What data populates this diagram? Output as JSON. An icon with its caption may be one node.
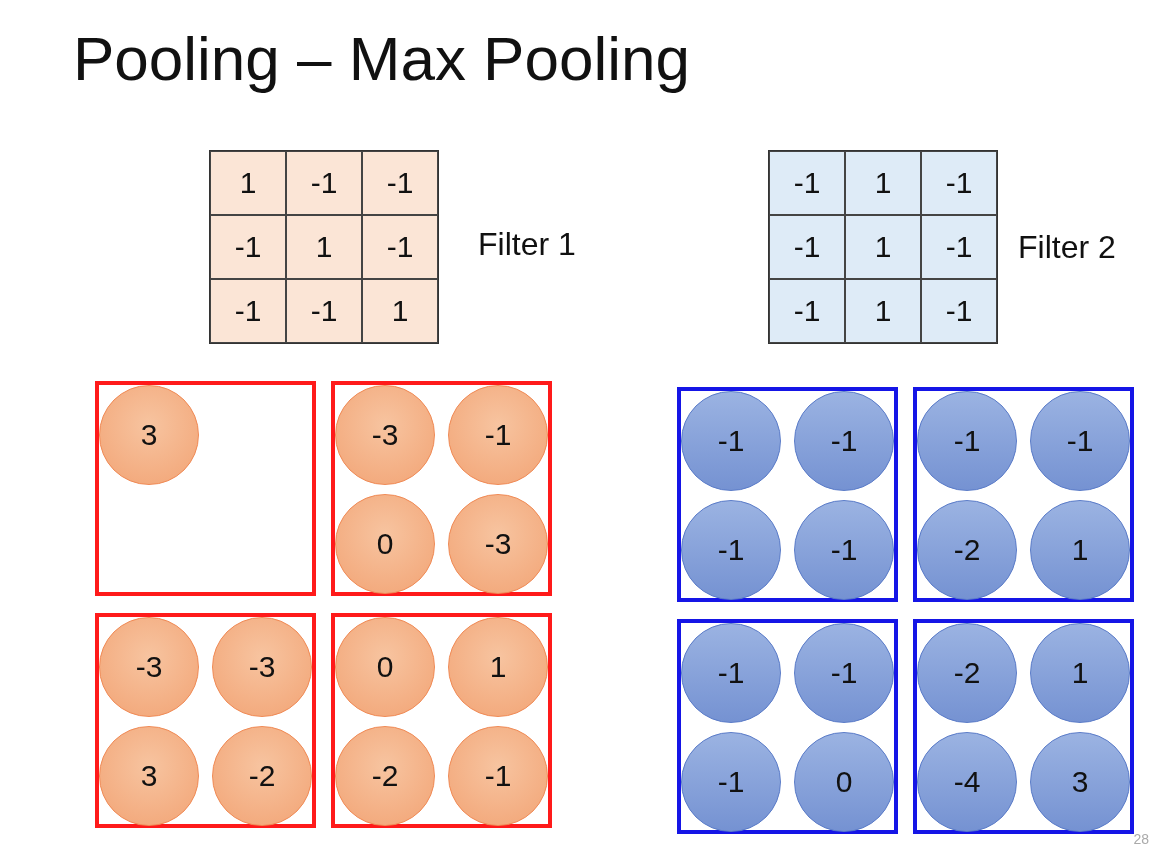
{
  "diagram": {
    "title": "Pooling – Max Pooling",
    "nodes": [
      {
        "text": [],
        "shape": "box"
      },
      {
        "text": [
          "3"
        ],
        "in": 0
      },
      {
        "text": [],
        "shape": "box"
      },
      {
        "text": [
          "-3"
        ],
        "in": 2
      },
      {
        "text": [
          "-1"
        ],
        "in": 2
      },
      {
        "text": [
          "0"
        ],
        "in": 2
      },
      {
        "text": [
          "-3"
        ],
        "in": 2
      },
      {
        "text": [],
        "shape": "box"
      },
      {
        "text": [
          "-1"
        ],
        "in": 7
      },
      {
        "text": [
          "-1"
        ],
        "in": 7
      },
      {
        "text": [
          "-1"
        ],
        "in": 7
      },
      {
        "text": [
          "-1"
        ],
        "in": 7
      },
      {
        "text": [],
        "shape": "box"
      },
      {
        "text": [
          "-1"
        ],
        "in": 12
      },
      {
        "text": [
          "-1"
        ],
        "in": 12
      },
      {
        "text": [
          "-2"
        ],
        "in": 12
      },
      {
        "text": [
          "1"
        ],
        "in": 12
      },
      {
        "text": [],
        "shape": "box"
      },
      {
        "text": [
          "-3"
        ],
        "in": 17
      },
      {
        "text": [
          "-3"
        ],
        "in": 17
      },
      {
        "text": [
          "3"
        ],
        "in": 17
      },
      {
        "text": [
          "-2"
        ],
        "in": 17
      },
      {
        "text": [],
        "shape": "box"
      },
      {
        "text": [
          "0"
        ],
        "in": 22
      },
      {
        "text": [
          "1"
        ],
        "in": 22
      },
      {
        "text": [
          "-2"
        ],
        "in": 22
      },
      {
        "text": [
          "-1"
        ],
        "in": 22
      },
      {
        "text": [],
        "shape": "box"
      },
      {
        "text": [
          "-1"
        ],
        "in": 27
      },
      {
        "text": [
          "-1"
        ],
        "in": 27
      },
      {
        "text": [
          "-1"
        ],
        "in": 27
      },
      {
        "text": [
          "0"
        ],
        "in": 27
      },
      {
        "text": [],
        "shape": "box"
      },
      {
        "text": [
          "-2"
        ],
        "in": 32
      },
      {
        "text": [
          "1"
        ],
        "in": 32
      },
      {
        "text": [
          "-4"
        ],
        "in": 32
      },
      {
        "text": [
          "3"
        ],
        "in": 32
      }
    ],
    "labels": [
      "1",
      "-1",
      "-1",
      "-1",
      "1",
      "-1",
      "-1",
      "-1",
      "1",
      "Filter 1",
      "-1",
      "1",
      "-1",
      "-1",
      "1",
      "-1",
      "-1",
      "1",
      "-1",
      "Filter 2",
      "28"
    ]
  }
}
